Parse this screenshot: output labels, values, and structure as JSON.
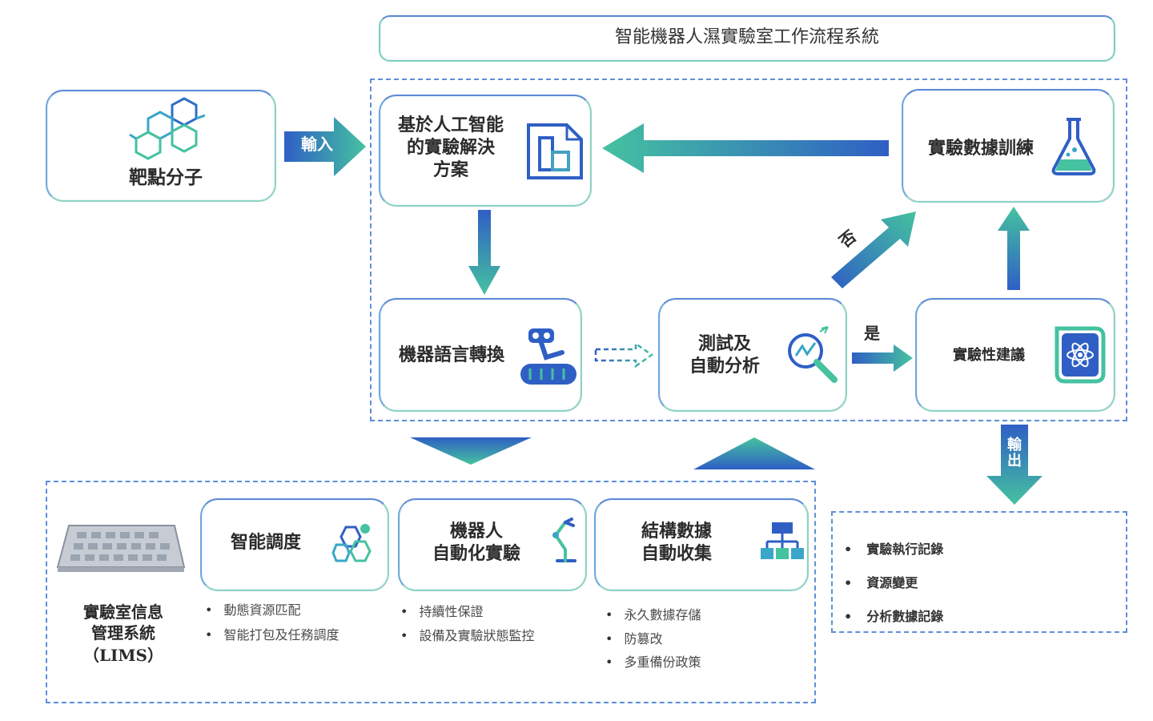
{
  "title": "智能機器人濕實驗室工作流程系統",
  "nodes": {
    "target": "靶點分子",
    "ai_solution": "基於人工智能的實驗解決方案",
    "ai_solution_lines": [
      "基於人工智能",
      "的實驗解決",
      "方案"
    ],
    "machine_lang": "機器語言轉換",
    "test": "測試及自動分析",
    "test_lines": [
      "測試及",
      "自動分析"
    ],
    "training": "實驗數據訓練",
    "suggestion": "實驗性建議"
  },
  "arrows": {
    "input": "輸入",
    "output": "輸出",
    "no": "否",
    "yes": "是"
  },
  "lims": {
    "name_lines": [
      "實驗室信息",
      "管理系統",
      "（LIMS）"
    ],
    "modules": [
      {
        "label": "智能調度",
        "bullets": [
          "動態資源匹配",
          "智能打包及任務調度"
        ]
      },
      {
        "label_lines": [
          "機器人",
          "自動化實驗"
        ],
        "bullets": [
          "持續性保證",
          "設備及實驗狀態監控"
        ]
      },
      {
        "label_lines": [
          "結構數據",
          "自動收集"
        ],
        "bullets": [
          "永久數據存儲",
          "防篡改",
          "多重備份政策"
        ]
      }
    ]
  },
  "outputs": [
    "實驗執行記錄",
    "資源變更",
    "分析數據記錄"
  ],
  "colors": {
    "blue": "#2f5fc4",
    "teal": "#4cc3a6",
    "light_blue": "#6fa6dc"
  }
}
